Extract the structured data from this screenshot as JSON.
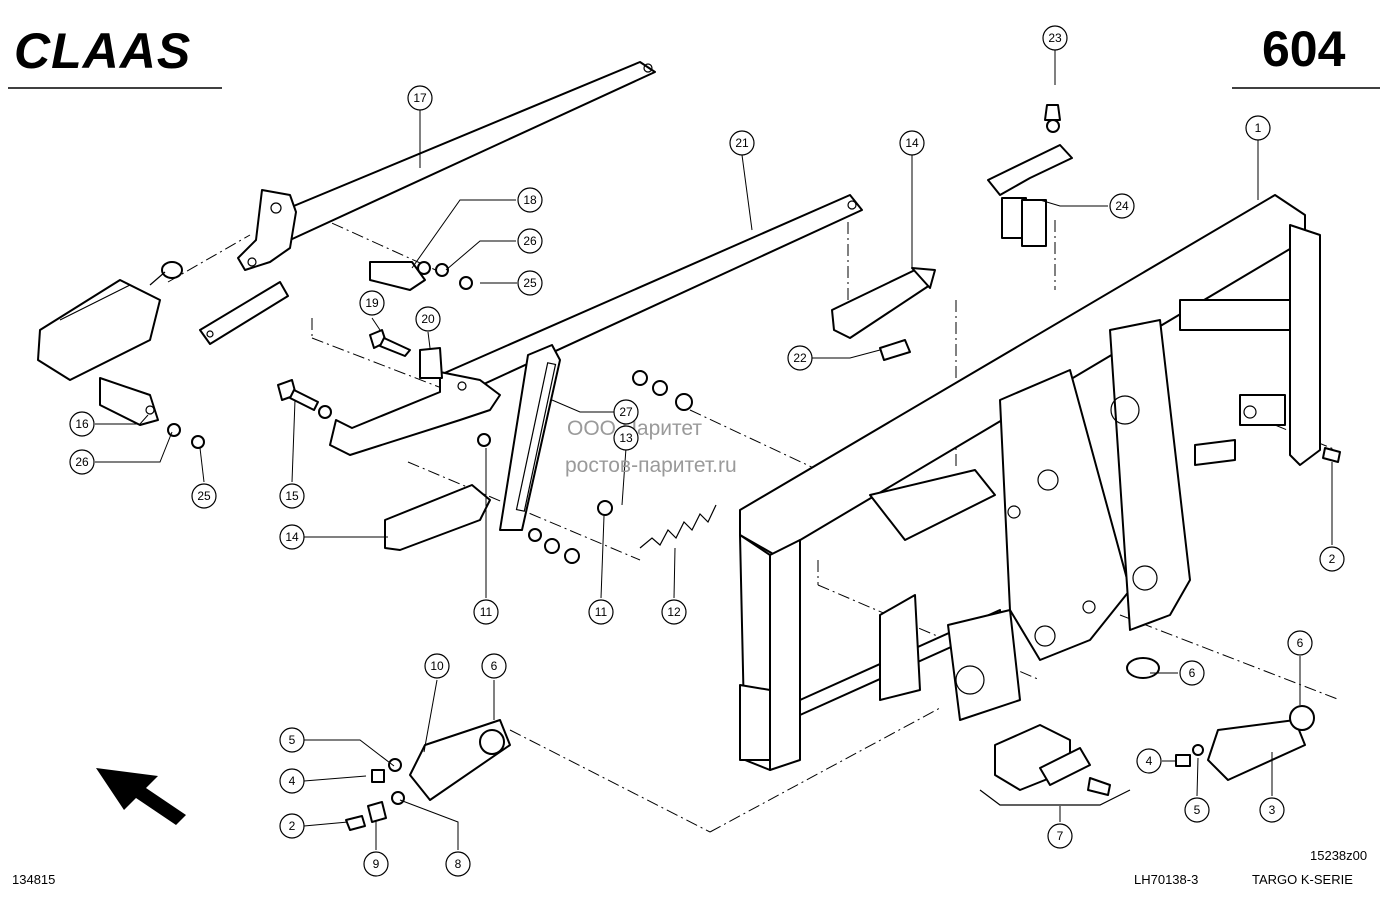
{
  "header": {
    "brand": "CLAAS",
    "page_number": "604"
  },
  "watermark": {
    "company": "ООО Паритет",
    "site": "ростов-паритет.ru"
  },
  "footer": {
    "left_code": "134815",
    "drawing_code": "15238z00",
    "doc_code": "LH70138-3",
    "series": "TARGO K-SERIE"
  },
  "callouts": [
    {
      "id": "c23",
      "label": "23"
    },
    {
      "id": "c17",
      "label": "17"
    },
    {
      "id": "c21",
      "label": "21"
    },
    {
      "id": "c14a",
      "label": "14"
    },
    {
      "id": "c1",
      "label": "1"
    },
    {
      "id": "c18",
      "label": "18"
    },
    {
      "id": "c24",
      "label": "24"
    },
    {
      "id": "c26a",
      "label": "26"
    },
    {
      "id": "c25a",
      "label": "25"
    },
    {
      "id": "c19",
      "label": "19"
    },
    {
      "id": "c20",
      "label": "20"
    },
    {
      "id": "c22",
      "label": "22"
    },
    {
      "id": "c16",
      "label": "16"
    },
    {
      "id": "c26b",
      "label": "26"
    },
    {
      "id": "c25b",
      "label": "25"
    },
    {
      "id": "c15",
      "label": "15"
    },
    {
      "id": "c27",
      "label": "27"
    },
    {
      "id": "c13",
      "label": "13"
    },
    {
      "id": "c2a",
      "label": "2"
    },
    {
      "id": "c14b",
      "label": "14"
    },
    {
      "id": "c11a",
      "label": "11"
    },
    {
      "id": "c11b",
      "label": "11"
    },
    {
      "id": "c12",
      "label": "12"
    },
    {
      "id": "c10",
      "label": "10"
    },
    {
      "id": "c6a",
      "label": "6"
    },
    {
      "id": "c6b",
      "label": "6"
    },
    {
      "id": "c6c",
      "label": "6"
    },
    {
      "id": "c5a",
      "label": "5"
    },
    {
      "id": "c4a",
      "label": "4"
    },
    {
      "id": "c4b",
      "label": "4"
    },
    {
      "id": "c2b",
      "label": "2"
    },
    {
      "id": "c9",
      "label": "9"
    },
    {
      "id": "c8",
      "label": "8"
    },
    {
      "id": "c7",
      "label": "7"
    },
    {
      "id": "c5b",
      "label": "5"
    },
    {
      "id": "c3",
      "label": "3"
    }
  ]
}
